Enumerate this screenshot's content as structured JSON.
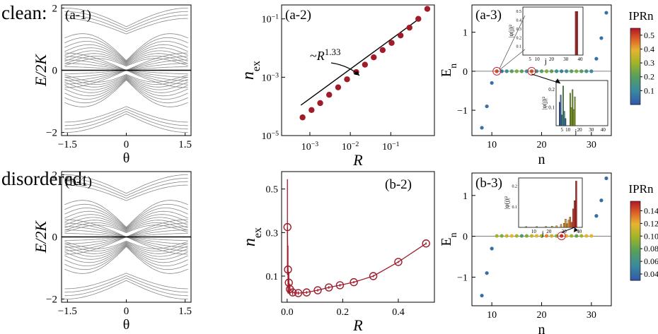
{
  "row_labels": {
    "clean": "clean:",
    "disordered": "disordered:"
  },
  "colors": {
    "spectrum": "#888888",
    "zero_line": "#000000",
    "red_marker": "#a01c2a",
    "edge_blue": "#3558a8"
  },
  "chart_data": [
    {
      "id": "a-1",
      "panel_label": "(a-1)",
      "type": "line",
      "xlabel": "θ",
      "ylabel": "E/2K",
      "xlim": [
        -1.65,
        1.65
      ],
      "ylim": [
        -2.1,
        2.1
      ],
      "xticks": [
        -1.5,
        0,
        1.5
      ],
      "xtick_labels": [
        "−1.5",
        "0",
        "1.5"
      ],
      "yticks": [
        -2,
        0,
        2
      ],
      "ytick_labels": [
        "−2",
        "0",
        "2"
      ],
      "description_values": {
        "bands_per_sign": 18,
        "max_band_energy": 2,
        "band_energy_at_theta_0": 0
      }
    },
    {
      "id": "a-2",
      "type": "scatter",
      "panel_label": "(a-2)",
      "xlabel": "R",
      "ylabel": "n_ex",
      "xscale": "log",
      "yscale": "log",
      "xlim": [
        0.0002,
        1.2
      ],
      "ylim": [
        1e-05,
        0.3
      ],
      "xticks": [
        0.001,
        0.01,
        0.1
      ],
      "xtick_base": [
        "10",
        "10",
        "10"
      ],
      "xtick_exp": [
        "−3",
        "−2",
        "−1"
      ],
      "yticks": [
        1e-05,
        0.001,
        0.1
      ],
      "ytick_base": [
        "10",
        "10",
        "10"
      ],
      "ytick_exp": [
        "−5",
        "−3",
        "−1"
      ],
      "x": [
        0.00066,
        0.0011,
        0.0018,
        0.003,
        0.005,
        0.0083,
        0.014,
        0.023,
        0.038,
        0.063,
        0.105,
        0.175,
        0.29,
        0.48,
        0.8
      ],
      "y": [
        4.2e-05,
        7.5e-05,
        0.00013,
        0.00025,
        0.00045,
        0.00085,
        0.0015,
        0.0027,
        0.0048,
        0.0085,
        0.015,
        0.027,
        0.05,
        0.1,
        0.22
      ],
      "fit_line": {
        "x": [
          0.0006,
          0.5
        ],
        "y": [
          0.00011,
          0.1
        ]
      },
      "annotation": {
        "prefix": "~",
        "base": "R",
        "exp": "1.33"
      }
    },
    {
      "id": "a-3",
      "type": "scatter",
      "panel_label": "(a-3)",
      "xlabel": "n",
      "ylabel": "E",
      "ylabel_sub": "n",
      "xlim": [
        6,
        34
      ],
      "ylim": [
        -1.65,
        1.7
      ],
      "xticks": [
        10,
        20,
        30
      ],
      "yticks": [
        -1,
        0,
        1
      ],
      "ytick_labels": [
        "−1",
        "0",
        "1"
      ],
      "colorbar": {
        "label": "IPRn",
        "min": 0.0,
        "max": 0.55,
        "ticks": [
          0.1,
          0.2,
          0.3,
          0.4,
          0.5
        ],
        "tick_labels": [
          "0.1",
          "0.2",
          "0.3",
          "0.4",
          "0.5"
        ]
      },
      "x": [
        8,
        9,
        10,
        11,
        12,
        13,
        14,
        15,
        16,
        17,
        18,
        19,
        20,
        21,
        22,
        23,
        24,
        25,
        26,
        27,
        28,
        29,
        30,
        31,
        32,
        33
      ],
      "y": [
        -1.45,
        -0.9,
        -0.3,
        0,
        0,
        0,
        0,
        0,
        0,
        0,
        0,
        0,
        0,
        0,
        0,
        0,
        0,
        0,
        0,
        0,
        0,
        0,
        0,
        0.32,
        0.85,
        1.5
      ],
      "ipr": [
        0.05,
        0.05,
        0.05,
        0.5,
        0.05,
        0.12,
        0.2,
        0.26,
        0.2,
        0.13,
        0.5,
        0.12,
        0.2,
        0.26,
        0.2,
        0.13,
        0.08,
        0.12,
        0.2,
        0.26,
        0.2,
        0.14,
        0.1,
        0.05,
        0.05,
        0.05
      ],
      "circled_n": [
        11,
        18
      ],
      "insets": [
        {
          "type": "bar",
          "xlabel": "j",
          "ylabel": "|ψ(j)|²",
          "xlim": [
            0,
            42
          ],
          "ylim": [
            0,
            0.55
          ],
          "xticks": [
            5,
            10,
            20,
            30,
            40
          ],
          "yticks": [
            0.1,
            0.2,
            0.3,
            0.4,
            0.5
          ],
          "ytick_labels": [
            "0.1",
            "0.2",
            "0.3",
            "0.4",
            "0.5"
          ],
          "bars": [
            {
              "j": 37,
              "h": 0.5,
              "color": "#b02a2a"
            },
            {
              "j": 38,
              "h": 0.5,
              "color": "#c03030"
            }
          ]
        },
        {
          "type": "bar",
          "xlabel": "j",
          "ylabel": "|ψ(j)|²",
          "xlim": [
            0,
            44
          ],
          "ylim": [
            0,
            0.25
          ],
          "xticks": [
            5,
            10,
            20,
            30,
            40
          ],
          "yticks": [
            0.1,
            0.2
          ],
          "ytick_labels": [
            "0.1",
            "0.2"
          ],
          "bars": [
            {
              "j": 3,
              "h": 0.13,
              "color": "#3558a8"
            },
            {
              "j": 4,
              "h": 0.17,
              "color": "#3a6aa8"
            },
            {
              "j": 5,
              "h": 0.06,
              "color": "#3a8aa0"
            },
            {
              "j": 6,
              "h": 0.22,
              "color": "#5a9a60"
            },
            {
              "j": 7,
              "h": 0.08,
              "color": "#3a8aa0"
            },
            {
              "j": 8,
              "h": 0.04,
              "color": "#3a6aa8"
            },
            {
              "j": 12,
              "h": 0.18,
              "color": "#7aa030"
            },
            {
              "j": 13,
              "h": 0.1,
              "color": "#8aaa30"
            },
            {
              "j": 14,
              "h": 0.2,
              "color": "#7aa030"
            },
            {
              "j": 15,
              "h": 0.09,
              "color": "#aab020"
            },
            {
              "j": 16,
              "h": 0.16,
              "color": "#7aa030"
            }
          ]
        }
      ]
    },
    {
      "id": "b-1",
      "panel_label": "(b-1)",
      "type": "line",
      "xlabel": "θ",
      "ylabel": "E/2K",
      "xlim": [
        -1.65,
        1.65
      ],
      "ylim": [
        -2.1,
        2.1
      ],
      "xticks": [
        -1.5,
        0,
        1.5
      ],
      "xtick_labels": [
        "−1.5",
        "0",
        "1.5"
      ],
      "yticks": [
        -2,
        0,
        2
      ],
      "ytick_labels": [
        "−2",
        "0",
        "2"
      ]
    },
    {
      "id": "b-2",
      "type": "line",
      "panel_label": "(b-2)",
      "xlabel": "R",
      "ylabel": "n_ex",
      "xlim": [
        -0.02,
        0.53
      ],
      "ylim": [
        -0.02,
        0.58
      ],
      "xticks": [
        0,
        0.2,
        0.4
      ],
      "xtick_labels": [
        "0.0",
        "0.2",
        "0.4"
      ],
      "yticks": [
        0.1,
        0.3,
        0.5
      ],
      "ytick_labels": [
        "0.1",
        "0.3",
        "0.5"
      ],
      "x": [
        0.001,
        0.003,
        0.006,
        0.01,
        0.02,
        0.04,
        0.07,
        0.11,
        0.15,
        0.19,
        0.24,
        0.31,
        0.4,
        0.5
      ],
      "y": [
        0.325,
        0.13,
        0.07,
        0.04,
        0.025,
        0.022,
        0.025,
        0.035,
        0.048,
        0.058,
        0.072,
        0.1,
        0.165,
        0.25
      ],
      "err": [
        0.22,
        0.11,
        0.05,
        0.025,
        0.012,
        0.008,
        0.006,
        0.006,
        0.006,
        0.006,
        0.005,
        0.005,
        0.005,
        0.005
      ]
    },
    {
      "id": "b-3",
      "type": "scatter",
      "panel_label": "(b-3)",
      "xlabel": "n",
      "ylabel": "E",
      "ylabel_sub": "n",
      "xlim": [
        6,
        34
      ],
      "ylim": [
        -1.7,
        1.55
      ],
      "xticks": [
        10,
        20,
        30
      ],
      "yticks": [
        -1,
        0,
        1
      ],
      "ytick_labels": [
        "−1",
        "0",
        "1"
      ],
      "colorbar": {
        "label": "IPRn",
        "min": 0.03,
        "max": 0.155,
        "ticks": [
          0.04,
          0.06,
          0.08,
          0.1,
          0.12,
          0.14
        ],
        "tick_labels": [
          "0.04",
          "0.06",
          "0.08",
          "0.10",
          "0.12",
          "0.14"
        ]
      },
      "x": [
        8,
        9,
        10,
        11,
        12,
        13,
        14,
        15,
        16,
        17,
        18,
        19,
        20,
        21,
        22,
        23,
        24,
        25,
        26,
        27,
        28,
        29,
        30,
        31,
        32,
        33
      ],
      "y": [
        -1.45,
        -0.9,
        -0.3,
        0.01,
        0.01,
        0.01,
        0.01,
        0.01,
        0.01,
        0.01,
        0.01,
        0.01,
        0.01,
        0.01,
        0.01,
        0.01,
        0.01,
        0.01,
        0.01,
        0.01,
        0.01,
        0.01,
        0.01,
        0.5,
        0.88,
        1.42
      ],
      "ipr": [
        0.04,
        0.04,
        0.04,
        0.1,
        0.09,
        0.11,
        0.12,
        0.1,
        0.07,
        0.09,
        0.11,
        0.12,
        0.1,
        0.13,
        0.11,
        0.09,
        0.15,
        0.12,
        0.1,
        0.08,
        0.1,
        0.12,
        0.12,
        0.04,
        0.04,
        0.04
      ],
      "circled_n": [
        24
      ],
      "inset": {
        "type": "bar",
        "xlabel": "j",
        "ylabel": "|ψ(j)|²",
        "xlim": [
          0,
          42
        ],
        "ylim": [
          0,
          0.24
        ],
        "xticks": [
          10,
          20,
          30,
          40
        ],
        "yticks": [
          0.1,
          0.2
        ],
        "ytick_labels": [
          "0.1",
          "0.2"
        ],
        "bars": [
          {
            "j": 5,
            "h": 0.004,
            "color": "#7aa030"
          },
          {
            "j": 12,
            "h": 0.004,
            "color": "#7aa030"
          },
          {
            "j": 18,
            "h": 0.005,
            "color": "#a0a020"
          },
          {
            "j": 22,
            "h": 0.006,
            "color": "#d0b030"
          },
          {
            "j": 25,
            "h": 0.008,
            "color": "#e0a040"
          },
          {
            "j": 28,
            "h": 0.015,
            "color": "#e0a040"
          },
          {
            "j": 30,
            "h": 0.02,
            "color": "#e08030"
          },
          {
            "j": 31,
            "h": 0.04,
            "color": "#e0a040"
          },
          {
            "j": 32,
            "h": 0.018,
            "color": "#d09030"
          },
          {
            "j": 33,
            "h": 0.035,
            "color": "#e0a040"
          },
          {
            "j": 34,
            "h": 0.05,
            "color": "#e07030"
          },
          {
            "j": 35,
            "h": 0.025,
            "color": "#d06030"
          },
          {
            "j": 36,
            "h": 0.09,
            "color": "#c84030"
          },
          {
            "j": 37,
            "h": 0.13,
            "color": "#c03030"
          },
          {
            "j": 38,
            "h": 0.225,
            "color": "#b02a2a"
          }
        ]
      }
    }
  ]
}
